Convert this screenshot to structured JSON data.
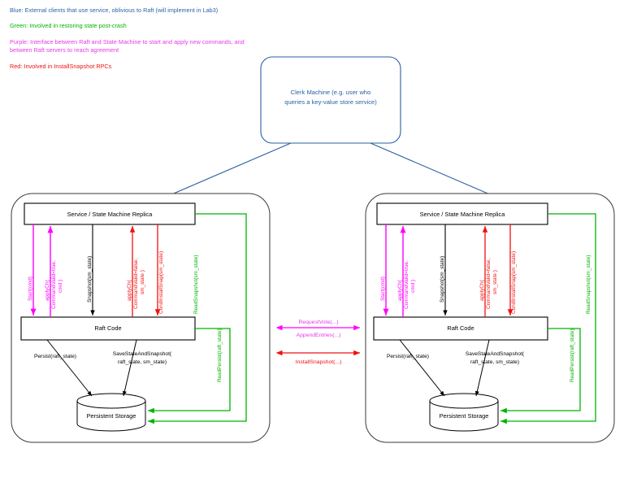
{
  "legend": {
    "items": [
      {
        "key": "blue",
        "color": "#2a5fa5",
        "text": "Blue: External clients that use service, oblivious to Raft (will implement in Lab3)"
      },
      {
        "key": "green",
        "color": "#00b200",
        "text": "Green: Involved in restoring state post-crash"
      },
      {
        "key": "purple",
        "color": "#e838e8",
        "text": "Purple: Interface between Raft and State Machine to start and apply new commands, and between Raft servers to reach agreement"
      },
      {
        "key": "red",
        "color": "#f01010",
        "text": "Red: Involved in InstallSnapshot RPCs"
      }
    ]
  },
  "clerk": {
    "line1": "Clerk Machine (e.g. user who",
    "line2": "queries a key-value store service)"
  },
  "server": {
    "service_box": "Service / State Machine Replica",
    "raft_box": "Raft Code",
    "storage": "Persistent Storage",
    "arrows": {
      "start": "Start(cmd)",
      "apply_valid_l1": "applyCh(",
      "apply_valid_l2": "CommandValid=true,",
      "apply_valid_l3": "cmd )",
      "snapshot": "Snapshot(sm_state)",
      "apply_invalid_l1": "applyCh(",
      "apply_invalid_l2": "CommandValid=false,",
      "apply_invalid_l3": "sm_state )",
      "cond_install": "CondInstallSnap(sm_state)",
      "read_snapshot": "ReadSnapshot(sm_state)",
      "read_persist": "ReadPersist(raft_state)",
      "persist": "Persist(raft_state)",
      "save_state_l1": "SaveStateAndSnapshot(",
      "save_state_l2": "raft_state, sm_state)"
    }
  },
  "rpc": {
    "request_vote": "RequestVote(...)",
    "append_entries": "AppendEntries(...)",
    "install_snapshot": "InstallSnapshot(...)"
  },
  "colors": {
    "blue": "#2a5fa5",
    "green": "#00b200",
    "magenta": "#ff00ff",
    "red": "#f01010",
    "black": "#000000"
  }
}
